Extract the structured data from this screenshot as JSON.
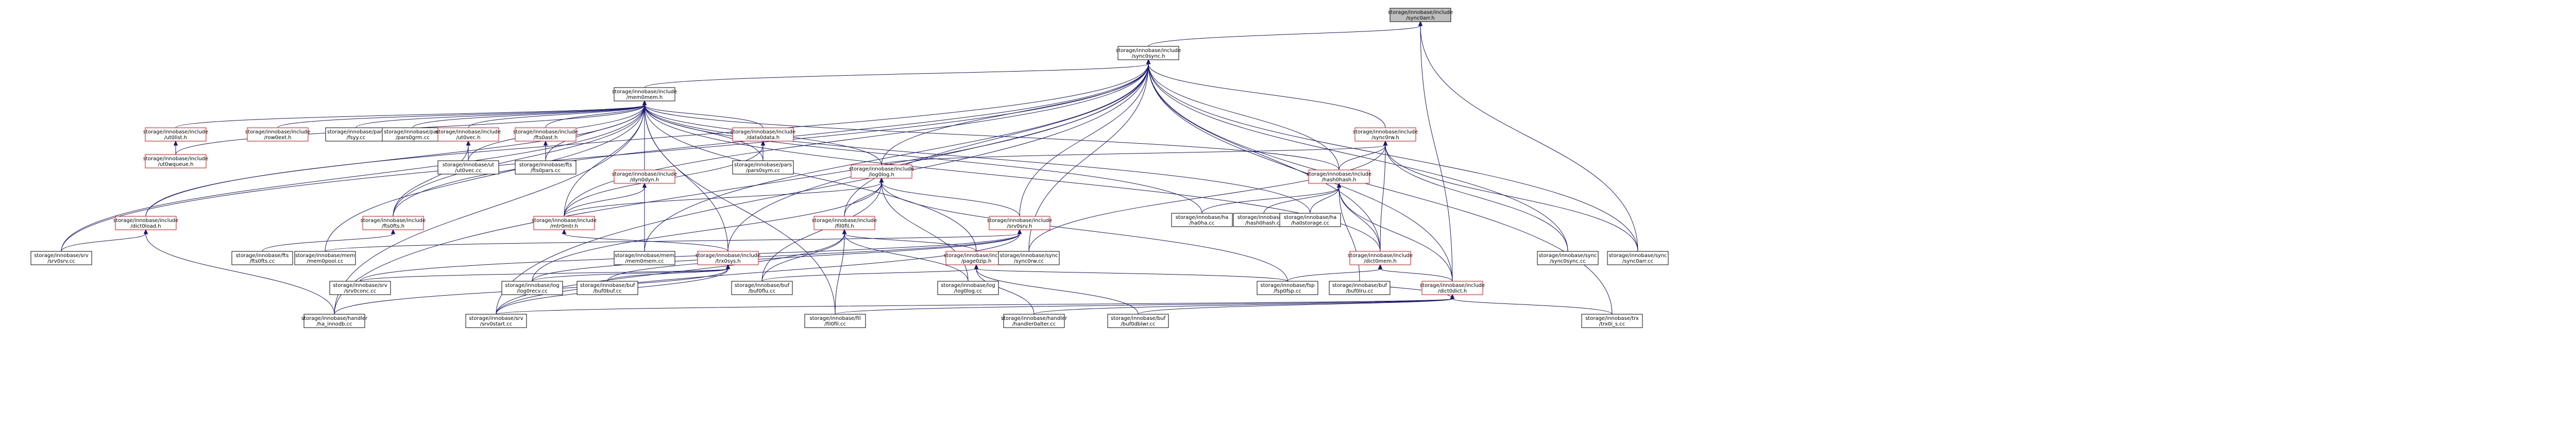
{
  "graph": {
    "colors": {
      "edge": "#191970",
      "node_fill": "#ffffff",
      "node_border_normal": "#000000",
      "node_border_incomplete": "#ff0000",
      "root_fill": "#bfbfbf",
      "text": "#000000"
    },
    "nodes": [
      {
        "id": "syncbar_h",
        "label": [
          "storage/innobase/include",
          "/sync0arr.h"
        ],
        "kind": "root"
      },
      {
        "id": "sync0sync_h",
        "label": [
          "storage/innobase/include",
          "/sync0sync.h"
        ],
        "kind": "normal"
      },
      {
        "id": "mem0mem_h",
        "label": [
          "storage/innobase/include",
          "/mem0mem.h"
        ],
        "kind": "normal"
      },
      {
        "id": "ut0list_h",
        "label": [
          "storage/innobase/include",
          "/ut0list.h"
        ],
        "kind": "red"
      },
      {
        "id": "row0ext_h",
        "label": [
          "storage/innobase/include",
          "/row0ext.h"
        ],
        "kind": "red"
      },
      {
        "id": "fsyy_cc",
        "label": [
          "storage/innobase/pars",
          "/fsyy.cc"
        ],
        "kind": "normal"
      },
      {
        "id": "pars0grm_cc",
        "label": [
          "storage/innobase/pars",
          "/pars0grm.cc"
        ],
        "kind": "normal"
      },
      {
        "id": "ut0vec_h",
        "label": [
          "storage/innobase/include",
          "/ut0vec.h"
        ],
        "kind": "red"
      },
      {
        "id": "fts0ast_h",
        "label": [
          "storage/innobase/include",
          "/fts0ast.h"
        ],
        "kind": "red"
      },
      {
        "id": "data0data_h",
        "label": [
          "storage/innobase/include",
          "/data0data.h"
        ],
        "kind": "red"
      },
      {
        "id": "sync0rw_h",
        "label": [
          "storage/innobase/include",
          "/sync0rw.h"
        ],
        "kind": "red"
      },
      {
        "id": "ut0wqueue_h",
        "label": [
          "storage/innobase/include",
          "/ut0wqueue.h"
        ],
        "kind": "red"
      },
      {
        "id": "ut0vec_cc",
        "label": [
          "storage/innobase/ut",
          "/ut0vec.cc"
        ],
        "kind": "normal"
      },
      {
        "id": "fts0pars_cc",
        "label": [
          "storage/innobase/fts",
          "/fts0pars.cc"
        ],
        "kind": "normal"
      },
      {
        "id": "pars0sym_cc",
        "label": [
          "storage/innobase/pars",
          "/pars0sym.cc"
        ],
        "kind": "normal"
      },
      {
        "id": "dyn0dyn_h",
        "label": [
          "storage/innobase/include",
          "/dyn0dyn.h"
        ],
        "kind": "red"
      },
      {
        "id": "log0log_h",
        "label": [
          "storage/innobase/include",
          "/log0log.h"
        ],
        "kind": "red"
      },
      {
        "id": "hash0hash_h",
        "label": [
          "storage/innobase/include",
          "/hash0hash.h"
        ],
        "kind": "red"
      },
      {
        "id": "dict0load_h",
        "label": [
          "storage/innobase/include",
          "/dict0load.h"
        ],
        "kind": "red"
      },
      {
        "id": "fts0fts_h",
        "label": [
          "storage/innobase/include",
          "/fts0fts.h"
        ],
        "kind": "red"
      },
      {
        "id": "mtr0mtr_h",
        "label": [
          "storage/innobase/include",
          "/mtr0mtr.h"
        ],
        "kind": "red"
      },
      {
        "id": "fil0fil_h",
        "label": [
          "storage/innobase/include",
          "/fil0fil.h"
        ],
        "kind": "red"
      },
      {
        "id": "srv0srv_h",
        "label": [
          "storage/innobase/include",
          "/srv0srv.h"
        ],
        "kind": "red"
      },
      {
        "id": "ha0ha_cc",
        "label": [
          "storage/innobase/ha",
          "/ha0ha.cc"
        ],
        "kind": "normal"
      },
      {
        "id": "hash0hash_cc",
        "label": [
          "storage/innobase/ha",
          "/hash0hash.cc"
        ],
        "kind": "normal"
      },
      {
        "id": "ha0storage_cc",
        "label": [
          "storage/innobase/ha",
          "/ha0storage.cc"
        ],
        "kind": "normal"
      },
      {
        "id": "srv0srv_cc",
        "label": [
          "storage/innobase/srv",
          "/srv0srv.cc"
        ],
        "kind": "normal"
      },
      {
        "id": "fts0fts_cc",
        "label": [
          "storage/innobase/fts",
          "/fts0fts.cc"
        ],
        "kind": "normal"
      },
      {
        "id": "mem0pool_cc",
        "label": [
          "storage/innobase/mem",
          "/mem0pool.cc"
        ],
        "kind": "normal"
      },
      {
        "id": "mem0mem_cc",
        "label": [
          "storage/innobase/mem",
          "/mem0mem.cc"
        ],
        "kind": "normal"
      },
      {
        "id": "trx0sys_h",
        "label": [
          "storage/innobase/include",
          "/trx0sys.h"
        ],
        "kind": "red"
      },
      {
        "id": "page0zip_h",
        "label": [
          "storage/innobase/include",
          "/page0zip.h"
        ],
        "kind": "red"
      },
      {
        "id": "sync0rw_cc",
        "label": [
          "storage/innobase/sync",
          "/sync0rw.cc"
        ],
        "kind": "normal"
      },
      {
        "id": "dict0mem_h",
        "label": [
          "storage/innobase/include",
          "/dict0mem.h"
        ],
        "kind": "red"
      },
      {
        "id": "sync0sync_cc",
        "label": [
          "storage/innobase/sync",
          "/sync0sync.cc"
        ],
        "kind": "normal"
      },
      {
        "id": "sync0arr_cc",
        "label": [
          "storage/innobase/sync",
          "/sync0arr.cc"
        ],
        "kind": "normal"
      },
      {
        "id": "srv0conc_cc",
        "label": [
          "storage/innobase/srv",
          "/srv0conc.cc"
        ],
        "kind": "normal"
      },
      {
        "id": "log0recv_cc",
        "label": [
          "storage/innobase/log",
          "/log0recv.cc"
        ],
        "kind": "normal"
      },
      {
        "id": "buf0buf_cc",
        "label": [
          "storage/innobase/buf",
          "/buf0buf.cc"
        ],
        "kind": "normal"
      },
      {
        "id": "buf0flu_cc",
        "label": [
          "storage/innobase/buf",
          "/buf0flu.cc"
        ],
        "kind": "normal"
      },
      {
        "id": "log0log_cc",
        "label": [
          "storage/innobase/log",
          "/log0log.cc"
        ],
        "kind": "normal"
      },
      {
        "id": "fsp0fsp_cc",
        "label": [
          "storage/innobase/fsp",
          "/fsp0fsp.cc"
        ],
        "kind": "normal"
      },
      {
        "id": "buf0lru_cc",
        "label": [
          "storage/innobase/buf",
          "/buf0lru.cc"
        ],
        "kind": "normal"
      },
      {
        "id": "dict0dict_h",
        "label": [
          "storage/innobase/include",
          "/dict0dict.h"
        ],
        "kind": "red"
      },
      {
        "id": "ha_innodb_cc",
        "label": [
          "storage/innobase/handler",
          "/ha_innodb.cc"
        ],
        "kind": "normal"
      },
      {
        "id": "srv0start_cc",
        "label": [
          "storage/innobase/srv",
          "/srv0start.cc"
        ],
        "kind": "normal"
      },
      {
        "id": "fil0fil_cc",
        "label": [
          "storage/innobase/fil",
          "/fil0fil.cc"
        ],
        "kind": "normal"
      },
      {
        "id": "handler0alter_cc",
        "label": [
          "storage/innobase/handler",
          "/handler0alter.cc"
        ],
        "kind": "normal"
      },
      {
        "id": "buf0dblwr_cc",
        "label": [
          "storage/innobase/buf",
          "/buf0dblwr.cc"
        ],
        "kind": "normal"
      },
      {
        "id": "trx0i_s_cc",
        "label": [
          "storage/innobase/trx",
          "/trx0i_s.cc"
        ],
        "kind": "normal"
      }
    ]
  }
}
